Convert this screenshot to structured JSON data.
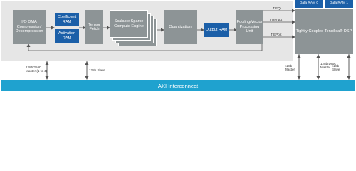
{
  "blocks": {
    "io_dma": "I/O DMA Compression/ Decompression",
    "coefficient_ram": "Coefficient RAM",
    "activation_ram": "Activation RAM",
    "tensor_fetch": "Tensor Fetch",
    "sparse_engine": "Scalable Sparse Compute Engine",
    "quantization": "Quantization",
    "output_ram": "Output RAM",
    "pooling": "Pooling/Vector Processing Unit",
    "dsp": "Tightly Coupled Tensilica® DSP",
    "data_ram_0": "Data RAM 0",
    "data_ram_1": "Data RAM 1",
    "axi": "AXI Interconnect"
  },
  "labels": {
    "tieq": "TIEQ",
    "interrupt": "Interrupt",
    "tieport": "TIEPort",
    "master_left": "128b/256b Master (1 to 4)",
    "slave_left": "128b Slave",
    "master_dsp": "128b Master",
    "dma_master": "128b DMA Master",
    "slave_dsp": "128b Slave"
  },
  "colors": {
    "block_gray": "#8d9496",
    "block_blue": "#1b5fa8",
    "bus_cyan": "#1fa2cf",
    "panel_gray": "#e6e6e6"
  }
}
